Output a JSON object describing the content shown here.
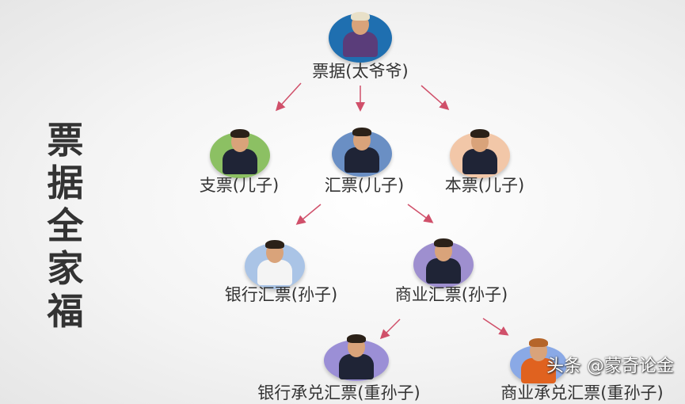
{
  "title": "票据全家福",
  "colors": {
    "arrow": "#d0506a",
    "text": "#333333"
  },
  "nodes": [
    {
      "label": "票据(太爷爷)",
      "circle_color": "#1f6fb0",
      "icon": "old-man-with-cane-icon"
    },
    {
      "label": "支票(儿子)",
      "circle_color": "#8cc063",
      "icon": "businessman-icon"
    },
    {
      "label": "汇票(儿子)",
      "circle_color": "#6a8fc4",
      "icon": "businessman-with-paper-icon"
    },
    {
      "label": "本票(儿子)",
      "circle_color": "#f2c7a8",
      "icon": "businessman-with-laptop-icon"
    },
    {
      "label": "银行汇票(孙子)",
      "circle_color": "#aac4e6",
      "icon": "man-with-tablet-icon"
    },
    {
      "label": "商业汇票(孙子)",
      "circle_color": "#9e8fcf",
      "icon": "businessman-icon"
    },
    {
      "label": "银行承兑汇票(重孙子)",
      "circle_color": "#9b8fd6",
      "icon": "boy-icon"
    },
    {
      "label": "商业承兑汇票(重孙子)",
      "circle_color": "#8aa9e6",
      "icon": "boy-icon"
    }
  ],
  "watermark": "头条 @蒙奇论金"
}
